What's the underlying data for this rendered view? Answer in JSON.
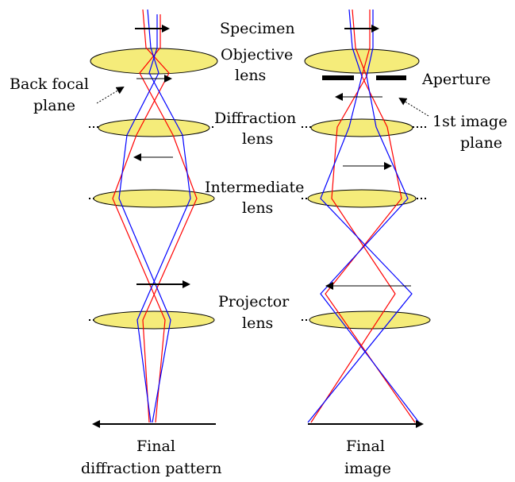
{
  "labels": {
    "specimen": "Specimen",
    "objective_1": "Objective",
    "objective_2": "lens",
    "back_focal_1": "Back focal",
    "back_focal_2": "plane",
    "aperture": "Aperture",
    "diffraction_1": "Diffraction",
    "diffraction_2": "lens",
    "first_image_1": "1st image",
    "first_image_2": "plane",
    "intermediate_1": "Intermediate",
    "intermediate_2": "lens",
    "projector_1": "Projector",
    "projector_2": "lens",
    "final_diffraction_1": "Final",
    "final_diffraction_2": "diffraction pattern",
    "final_image_1": "Final",
    "final_image_2": "image"
  },
  "colors": {
    "lens_fill": "#f5ec7a",
    "ray_red": "#ff0000",
    "ray_blue": "#0000ff"
  }
}
